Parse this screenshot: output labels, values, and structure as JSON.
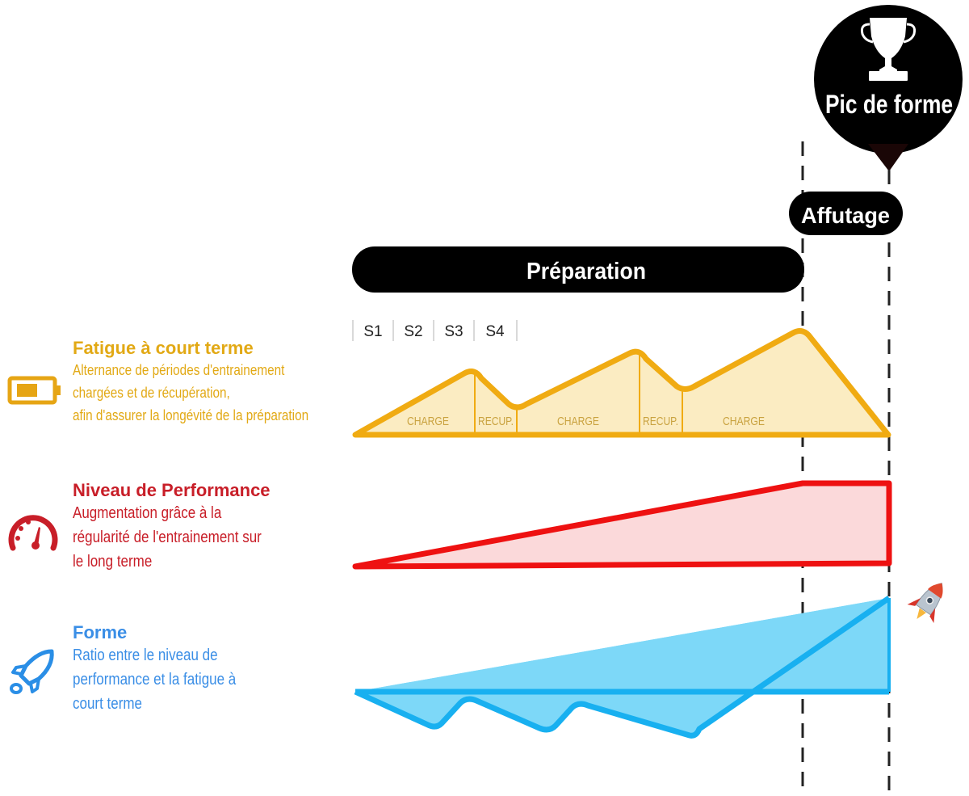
{
  "colors": {
    "fatigue": "#f0ab12",
    "fatigue_fill": "#fbecc2",
    "fatigue_text": "#e2a915",
    "performance": "#ee1111",
    "performance_fill": "#fbd9da",
    "performance_text": "#c81e28",
    "forme": "#18b0f0",
    "forme_fill": "#7dd8f8",
    "forme_text": "#3a8ee6",
    "black": "#000000"
  },
  "phases": {
    "preparation": "Préparation",
    "affutage": "Affutage",
    "pic": "Pic de forme"
  },
  "weeks": [
    "S1",
    "S2",
    "S3",
    "S4"
  ],
  "segments": [
    "CHARGE",
    "RECUP.",
    "CHARGE",
    "RECUP.",
    "CHARGE"
  ],
  "legend": {
    "fatigue": {
      "title": "Fatigue à court terme",
      "lines": [
        "Alternance de périodes d'entrainement",
        "chargées et de récupération,",
        "afin d'assurer la longévité de la préparation"
      ],
      "icon": "battery-icon"
    },
    "performance": {
      "title": "Niveau de Performance",
      "lines": [
        "Augmentation grâce à la",
        "régularité de l'entrainement sur",
        "le long terme"
      ],
      "icon": "speedometer-icon"
    },
    "forme": {
      "title": "Forme",
      "lines": [
        "Ratio entre le niveau de",
        "performance et la fatigue à",
        "court terme"
      ],
      "icon": "rocket-icon"
    }
  },
  "decorations": {
    "trophy": "trophy-icon",
    "rocket_emoji": "rocket-emoji-icon"
  }
}
